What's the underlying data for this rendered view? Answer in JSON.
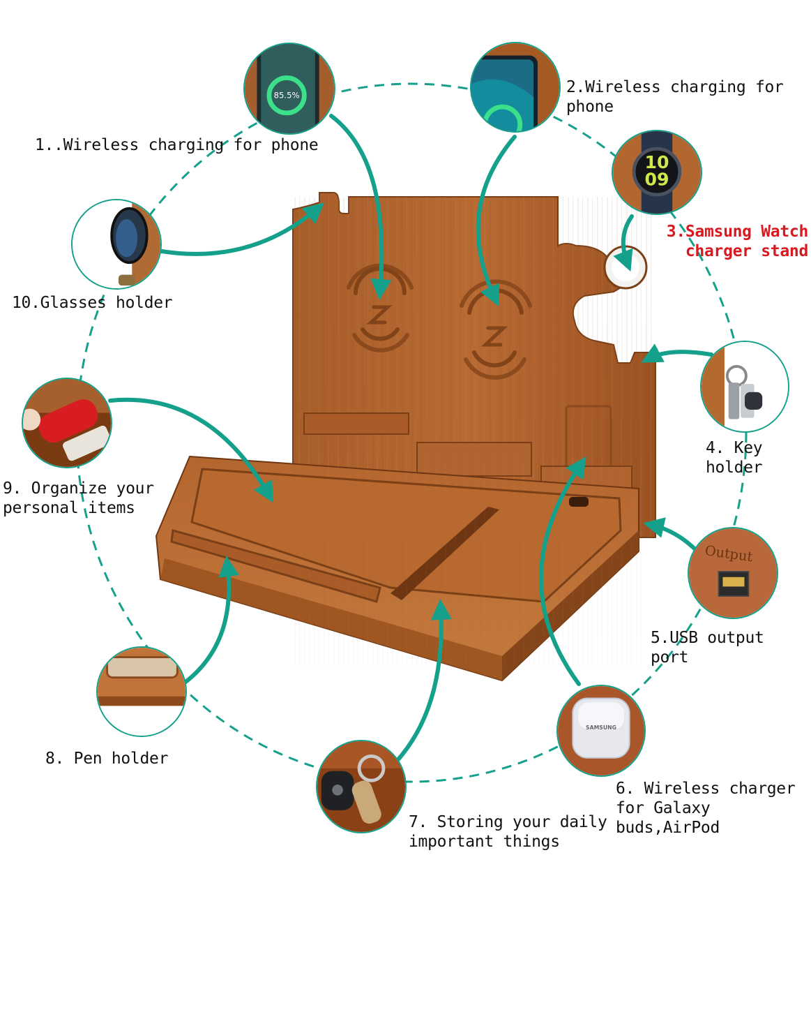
{
  "colors": {
    "accent": "#14a08a",
    "wood": "#b0652d",
    "wood_dark": "#7a3f16",
    "highlight_text": "#d71920"
  },
  "features": [
    {
      "text": "1..Wireless charging for phone",
      "icon": "phone-wireless-charging-icon"
    },
    {
      "text": "2.Wireless charging for phone",
      "icon": "phone-on-charger-icon"
    },
    {
      "text": "3.Samsung Watch\ncharger stand",
      "icon": "smartwatch-icon"
    },
    {
      "text": "4. Key holder",
      "icon": "keys-icon"
    },
    {
      "text": "5.USB output port",
      "icon": "usb-port-icon"
    },
    {
      "text": "6. Wireless charger\nfor Galaxy buds,AirPod",
      "icon": "earbuds-case-icon"
    },
    {
      "text": "7. Storing your daily\nimportant things",
      "icon": "car-key-icon"
    },
    {
      "text": "8. Pen holder",
      "icon": "pen-slot-icon"
    },
    {
      "text": "9. Organize your\npersonal items",
      "icon": "lipstick-icon"
    },
    {
      "text": "10.Glasses holder",
      "icon": "glasses-icon"
    }
  ],
  "screen": {
    "charge_percent": "85.5%"
  },
  "usb_port_marking": "Output"
}
